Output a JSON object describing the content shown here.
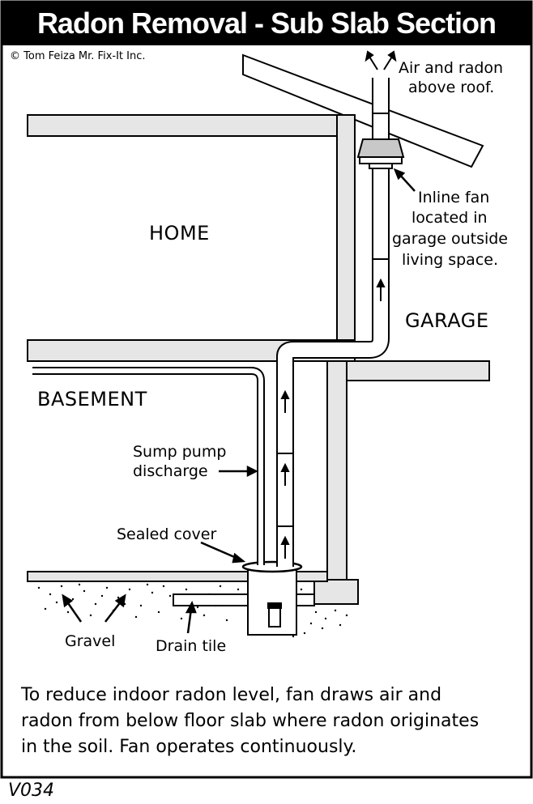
{
  "title": "Radon Removal - Sub Slab Section",
  "copyright": "© Tom Feiza Mr. Fix-It Inc.",
  "labels": {
    "home": "HOME",
    "garage": "GARAGE",
    "basement": "BASEMENT",
    "air_and_radon_line1": "Air and radon",
    "air_and_radon_line2": "above roof.",
    "fan_line1": "Inline fan",
    "fan_line2": "located in",
    "fan_line3": "garage outside",
    "fan_line4": "living space.",
    "sump_line1": "Sump pump",
    "sump_line2": "discharge",
    "sealed_cover": "Sealed cover",
    "gravel": "Gravel",
    "drain_tile": "Drain tile"
  },
  "caption": {
    "line1": "To reduce indoor radon level, fan draws air and",
    "line2": "radon from below floor slab where radon originates",
    "line3": "in the soil.  Fan operates continuously."
  },
  "code": "V034"
}
